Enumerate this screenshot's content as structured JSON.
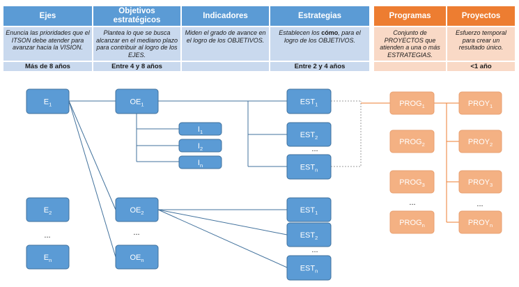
{
  "table_left": {
    "headers": {
      "ejes": "Ejes",
      "objetivos": "Objetivos estratégicos",
      "indicadores": "Indicadores",
      "estrategias": "Estrategias"
    },
    "descriptions": {
      "ejes": "Enuncia las prioridades que el ITSON debe atender para avanzar hacia la VISION.",
      "objetivos": "Plantea lo que se busca alcanzar en el mediano plazo para contribuir al logro de los EJES.",
      "indicadores": "Miden el grado de avance en el logro de los OBJETIVOS.",
      "estrategias_pre": "Establecen los ",
      "estrategias_bold": "cómo",
      "estrategias_post": ", para el logro de los OBJETIVOS."
    },
    "durations": {
      "ejes": "Más de 8 años",
      "objetivos": "Entre 4 y 8 años",
      "indicadores": "",
      "estrategias": "Entre 2 y 4 años"
    }
  },
  "table_right": {
    "headers": {
      "programas": "Programas",
      "proyectos": "Proyectos"
    },
    "descriptions": {
      "programas": "Conjunto de PROYECTOS que atienden a una o más ESTRATEGIAS.",
      "proyectos": "Esfuerzo temporal para crear un resultado único."
    },
    "durations": {
      "programas": "",
      "proyectos": "<1 año"
    }
  },
  "nodes": {
    "E1": [
      "E",
      "1"
    ],
    "E2": [
      "E",
      "2"
    ],
    "En": [
      "E",
      "n"
    ],
    "OE1": [
      "OE",
      "1"
    ],
    "OE2": [
      "OE",
      "2"
    ],
    "OEn": [
      "OE",
      "n"
    ],
    "I1": [
      "I",
      "1"
    ],
    "I2": [
      "I",
      "2"
    ],
    "In": [
      "I",
      "n"
    ],
    "EST1a": [
      "EST",
      "1"
    ],
    "EST2a": [
      "EST",
      "2"
    ],
    "ESTna": [
      "EST",
      "n"
    ],
    "EST1b": [
      "EST",
      "1"
    ],
    "EST2b": [
      "EST",
      "2"
    ],
    "ESTnb": [
      "EST",
      "n"
    ],
    "PROG1": [
      "PROG",
      "1"
    ],
    "PROG2": [
      "PROG",
      "2"
    ],
    "PROG3": [
      "PROG",
      "3"
    ],
    "PROGn": [
      "PROG",
      "n"
    ],
    "PROY1": [
      "PROY",
      "1"
    ],
    "PROY2": [
      "PROY",
      "2"
    ],
    "PROY3": [
      "PROY",
      "3"
    ],
    "PROYn": [
      "PROY",
      "n"
    ]
  },
  "ellipsis": "...",
  "colors": {
    "blue_header": "#5b9bd5",
    "blue_cell": "#c9d9ee",
    "blue_node": "#5b9bd5",
    "blue_node_border": "#41719c",
    "orange_header": "#ed7d31",
    "orange_cell": "#f9d9c6",
    "orange_node": "#f4b183",
    "orange_line": "#ed7d31"
  }
}
